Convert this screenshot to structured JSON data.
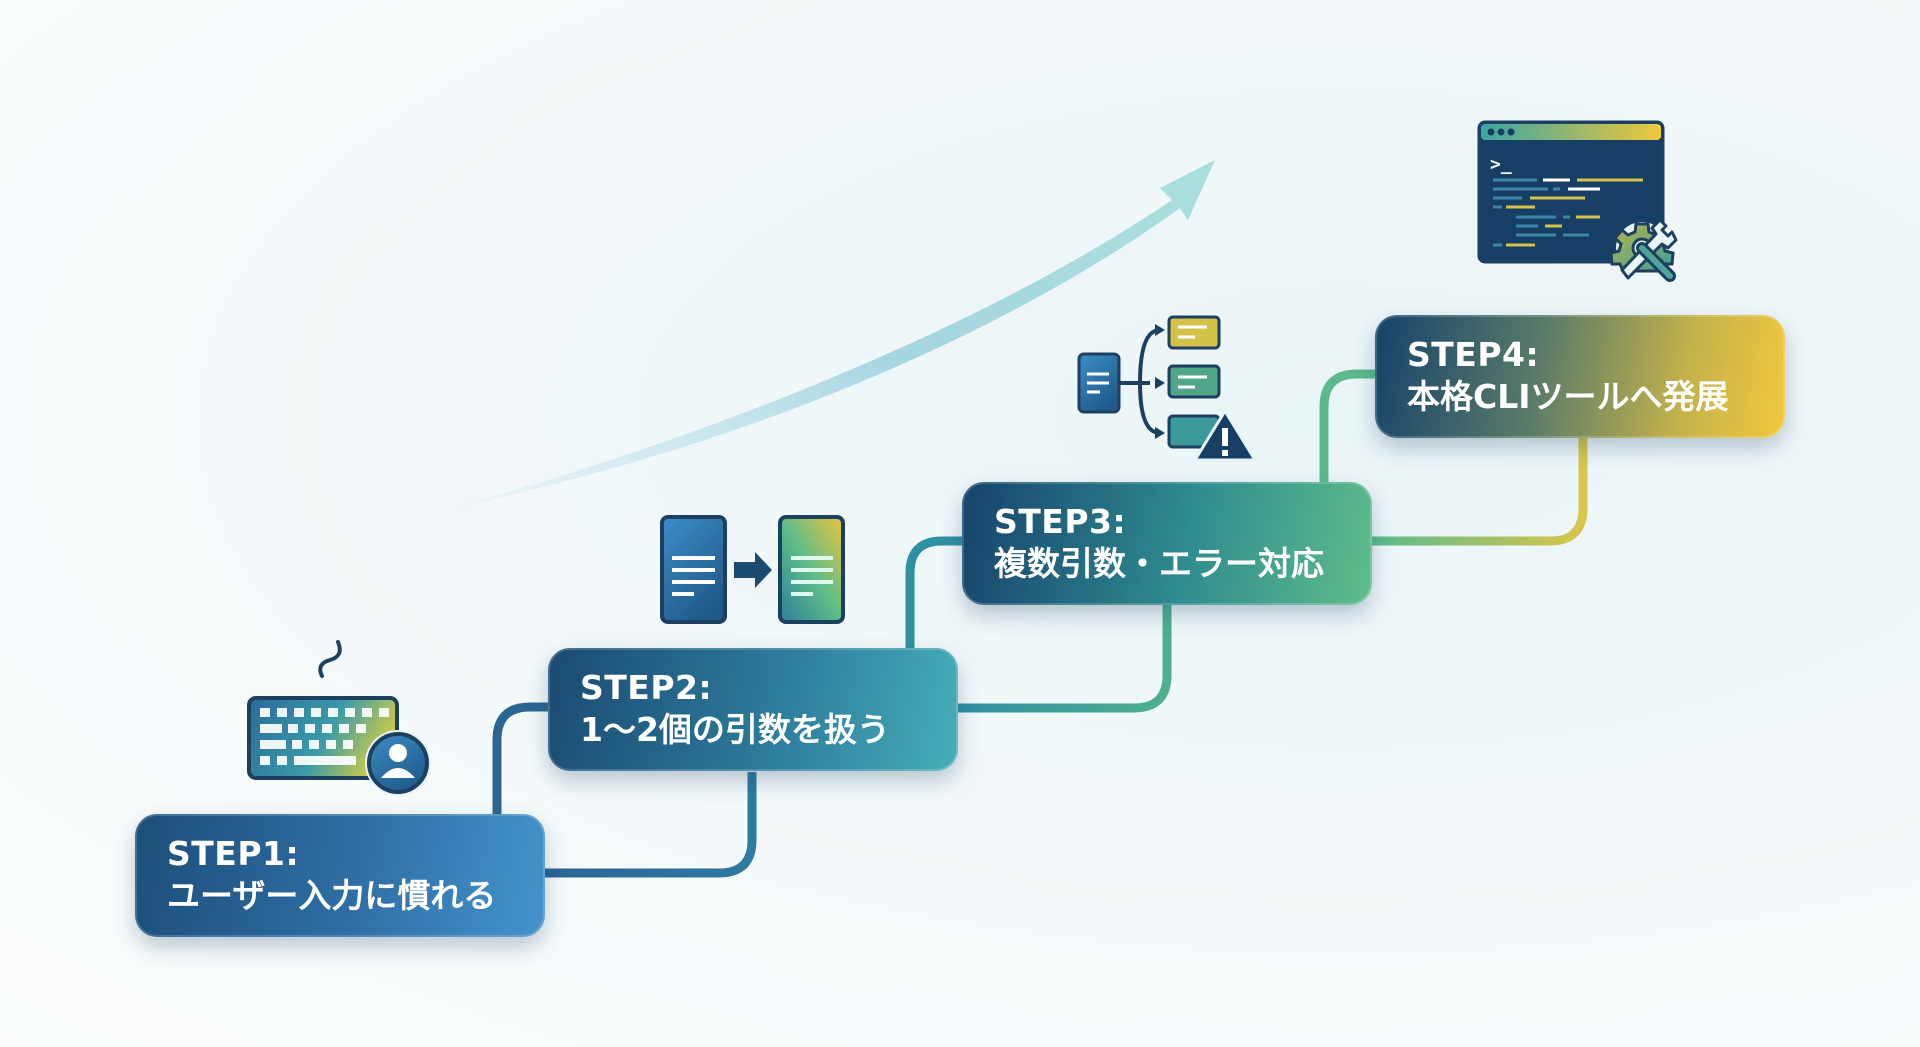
{
  "title": "CLIツール習得ステップ",
  "colors": {
    "navy": "#173f66",
    "blue": "#3a85c2",
    "teal": "#3aa6ad",
    "green": "#5fbd8b",
    "yellow": "#f3c93d",
    "arrow": "#a8dde0"
  },
  "steps": [
    {
      "label": "STEP1:",
      "description": "ユーザー入力に慣れる",
      "icon": "keyboard-user-icon"
    },
    {
      "label": "STEP2:",
      "description": "1〜2個の引数を扱う",
      "icon": "document-transform-icon"
    },
    {
      "label": "STEP3:",
      "description": "複数引数・エラー対応",
      "icon": "branching-error-icon"
    },
    {
      "label": "STEP4:",
      "description": "本格CLIツールへ発展",
      "icon": "terminal-tools-icon"
    }
  ],
  "terminal": {
    "prompt": ">_"
  }
}
